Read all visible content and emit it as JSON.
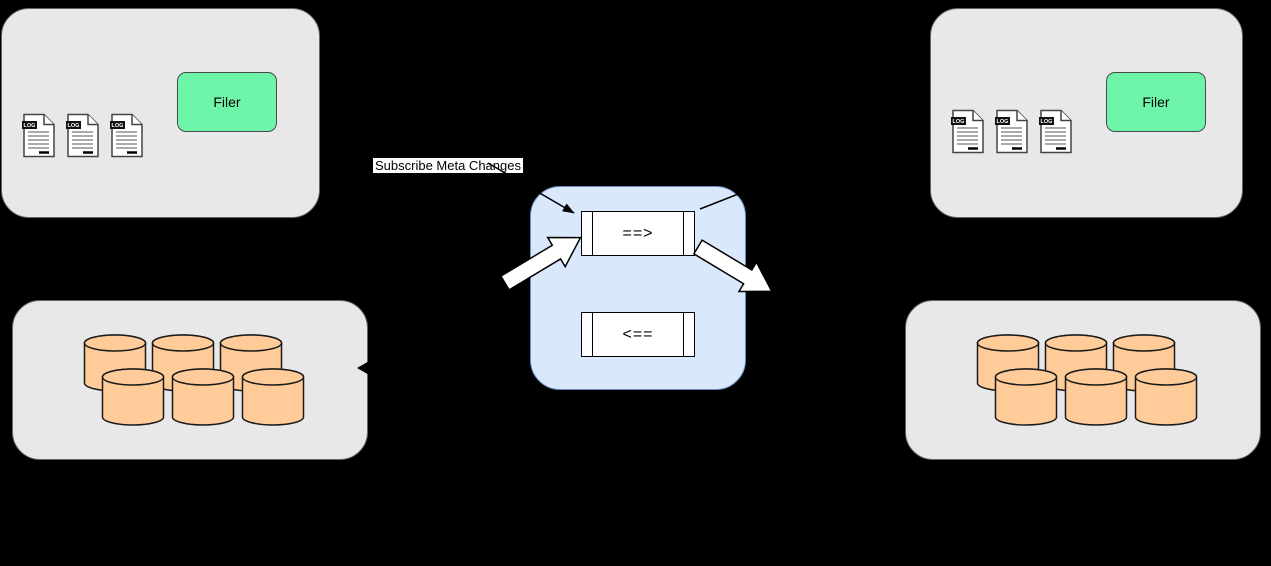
{
  "clusters": {
    "left": {
      "filer_label": "Filer"
    },
    "right": {
      "filer_label": "Filer"
    }
  },
  "sync": {
    "forward_arrow_label": "==>",
    "backward_arrow_label": "<=="
  },
  "annotations": {
    "subscribe_label": "Subscribe Meta Changes"
  },
  "icons": {
    "log_doc_label": "LOG"
  },
  "colors": {
    "background": "#000000",
    "container_gray": "#e8e8e8",
    "container_border": "#666666",
    "filer_green": "#6ef5a9",
    "sync_blue_fill": "#dae8fc",
    "sync_blue_border": "#6c8ebf",
    "cylinder_orange": "#ffcc99",
    "queue_white": "#ffffff",
    "label_bg": "#ffffff",
    "label_text": "#000000"
  }
}
